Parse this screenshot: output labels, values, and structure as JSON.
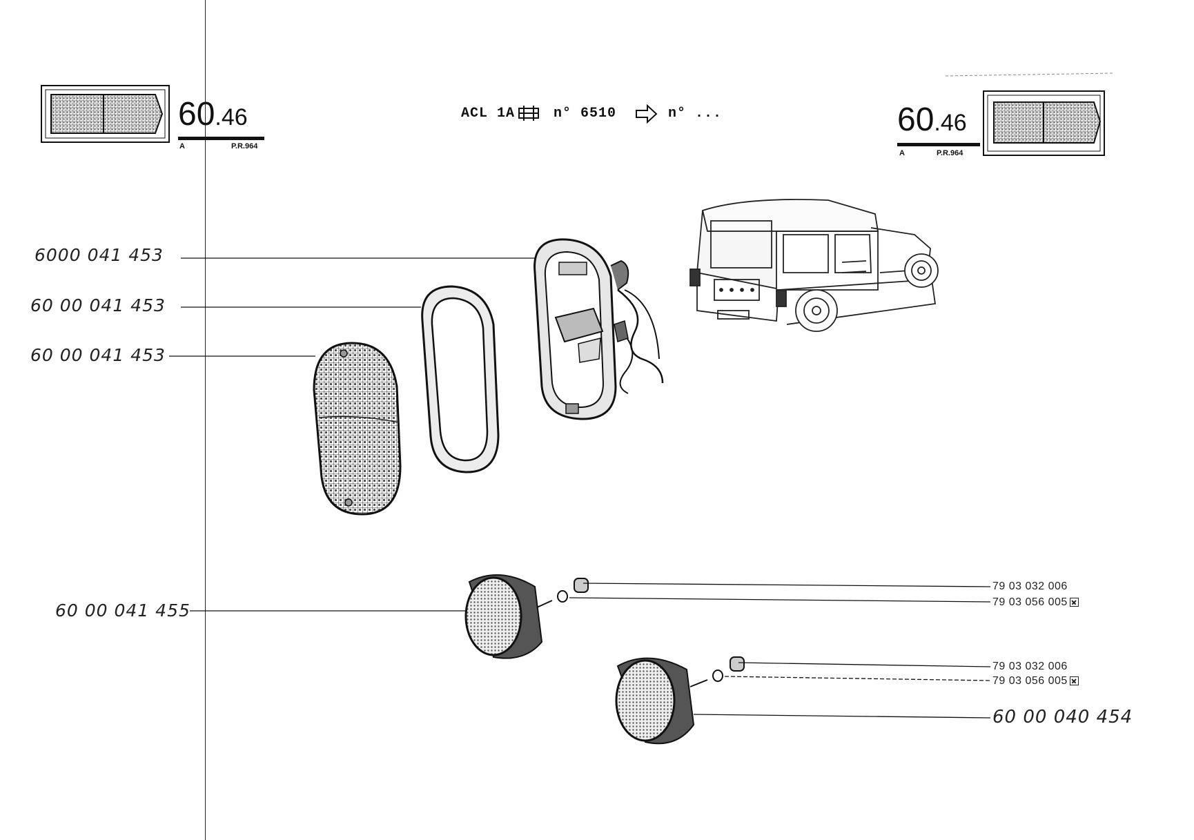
{
  "header": {
    "model": "ACL 1A",
    "serial_from": "n° 6510",
    "serial_to": "n° ..."
  },
  "badge_left": {
    "code_major": "60",
    "code_minor": ".46",
    "sub_left": "A",
    "sub_right": "P.R.964"
  },
  "badge_right": {
    "code_major": "60",
    "code_minor": ".46",
    "sub_left": "A",
    "sub_right": "P.R.964"
  },
  "parts_left": [
    {
      "ref": "6000 041 453"
    },
    {
      "ref": "60 00 041 453"
    },
    {
      "ref": "60 00 041 453"
    },
    {
      "ref": "60 00 041 455"
    }
  ],
  "parts_right": [
    {
      "ref": "79 03 032 006"
    },
    {
      "ref": "79 03 056 005"
    },
    {
      "ref": "79 03 032 006"
    },
    {
      "ref": "79 03 056 005"
    },
    {
      "ref": "60 00 040 454"
    }
  ]
}
